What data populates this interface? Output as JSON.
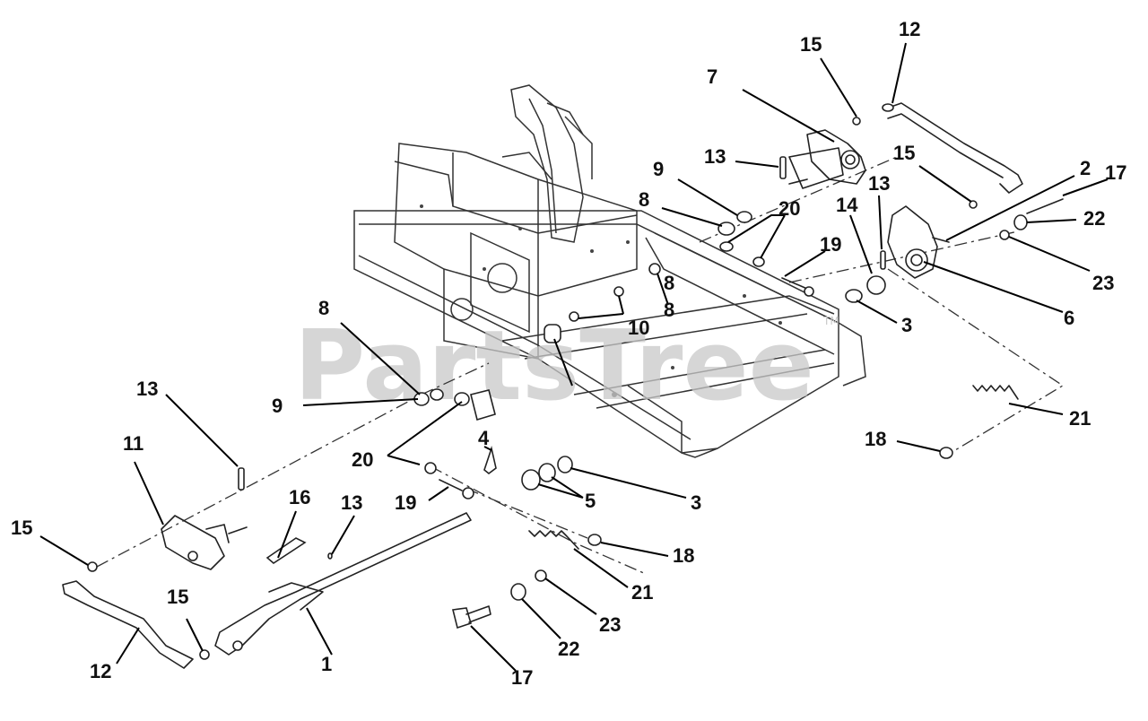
{
  "watermark": {
    "text": "PartsTree",
    "trademark": "TM"
  },
  "callouts": [
    {
      "id": "c12a",
      "label": "12"
    },
    {
      "id": "c15a",
      "label": "15"
    },
    {
      "id": "c7",
      "label": "7"
    },
    {
      "id": "c13a",
      "label": "13"
    },
    {
      "id": "c15b",
      "label": "15"
    },
    {
      "id": "c2",
      "label": "2"
    },
    {
      "id": "c17a",
      "label": "17"
    },
    {
      "id": "c9a",
      "label": "9"
    },
    {
      "id": "c13b",
      "label": "13"
    },
    {
      "id": "c14",
      "label": "14"
    },
    {
      "id": "c8a",
      "label": "8"
    },
    {
      "id": "c20a",
      "label": "20"
    },
    {
      "id": "c22a",
      "label": "22"
    },
    {
      "id": "c23a",
      "label": "23"
    },
    {
      "id": "c19a",
      "label": "19"
    },
    {
      "id": "c6",
      "label": "6"
    },
    {
      "id": "c8b",
      "label": "8"
    },
    {
      "id": "c8c",
      "label": "8"
    },
    {
      "id": "c10",
      "label": "10"
    },
    {
      "id": "c3a",
      "label": "3"
    },
    {
      "id": "c13c",
      "label": "13"
    },
    {
      "id": "c9b",
      "label": "9"
    },
    {
      "id": "c8d",
      "label": "8"
    },
    {
      "id": "c21a",
      "label": "21"
    },
    {
      "id": "c18a",
      "label": "18"
    },
    {
      "id": "c11",
      "label": "11"
    },
    {
      "id": "c4",
      "label": "4"
    },
    {
      "id": "c20b",
      "label": "20"
    },
    {
      "id": "c16",
      "label": "16"
    },
    {
      "id": "c13d",
      "label": "13"
    },
    {
      "id": "c5",
      "label": "5"
    },
    {
      "id": "c3b",
      "label": "3"
    },
    {
      "id": "c19b",
      "label": "19"
    },
    {
      "id": "c15c",
      "label": "15"
    },
    {
      "id": "c18b",
      "label": "18"
    },
    {
      "id": "c21b",
      "label": "21"
    },
    {
      "id": "c15d",
      "label": "15"
    },
    {
      "id": "c23b",
      "label": "23"
    },
    {
      "id": "c12b",
      "label": "12"
    },
    {
      "id": "c1",
      "label": "1"
    },
    {
      "id": "c22b",
      "label": "22"
    },
    {
      "id": "c17b",
      "label": "17"
    }
  ]
}
